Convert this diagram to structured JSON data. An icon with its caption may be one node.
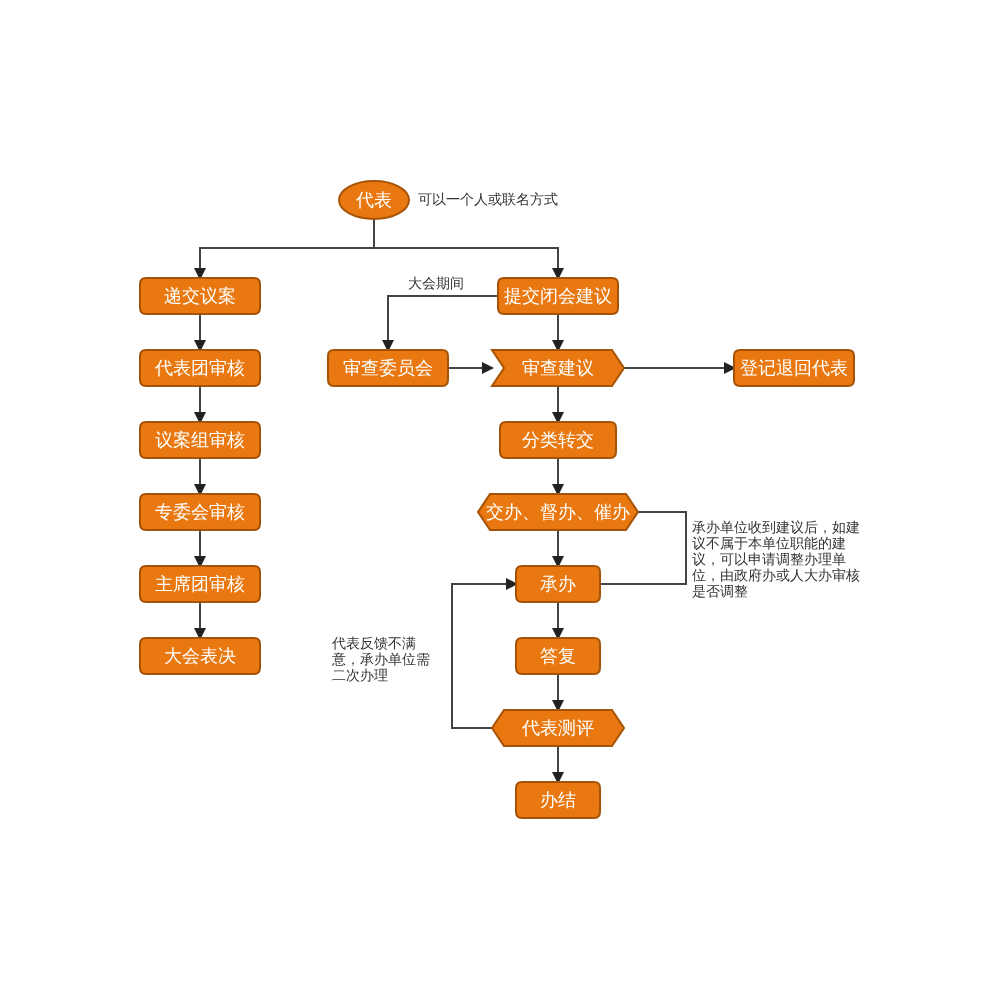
{
  "diagram": {
    "nodes": [
      {
        "text": [
          "代表"
        ],
        "beside": [
          "可以一个人或联名方式"
        ]
      },
      {
        "text": [
          "递交议案"
        ]
      },
      {
        "text": [
          "代表团审核"
        ]
      },
      {
        "text": [
          "议案组审核"
        ]
      },
      {
        "text": [
          "专委会审核"
        ]
      },
      {
        "text": [
          "主席团审核"
        ]
      },
      {
        "text": [
          "大会表决"
        ]
      },
      {
        "text": [
          "提交闭会建议"
        ]
      },
      {
        "text": [
          "审查委员会"
        ]
      },
      {
        "text": [
          "审查建议"
        ]
      },
      {
        "text": [
          "登记退回代表"
        ]
      },
      {
        "text": [
          "分类转交"
        ]
      },
      {
        "text": [
          "交办、督办、催办"
        ]
      },
      {
        "text": [
          "承办"
        ]
      },
      {
        "text": [
          "答复"
        ]
      },
      {
        "text": [
          "代表测评"
        ]
      },
      {
        "text": [
          "办结"
        ]
      }
    ],
    "edges": [
      {
        "from": 0,
        "to": 1,
        "arrow": "to"
      },
      {
        "from": 0,
        "to": 7,
        "arrow": "to"
      },
      {
        "from": 1,
        "to": 2,
        "arrow": "to"
      },
      {
        "from": 2,
        "to": 3,
        "arrow": "to"
      },
      {
        "from": 3,
        "to": 4,
        "arrow": "to"
      },
      {
        "from": 4,
        "to": 5,
        "arrow": "to"
      },
      {
        "from": 5,
        "to": 6,
        "arrow": "to"
      },
      {
        "from": 7,
        "to": 8,
        "arrow": "to",
        "label": "大会期间"
      },
      {
        "from": 7,
        "to": 9,
        "arrow": "to"
      },
      {
        "from": 8,
        "to": 9,
        "arrow": "to"
      },
      {
        "from": 9,
        "to": 10,
        "arrow": "to"
      },
      {
        "from": 9,
        "to": 11,
        "arrow": "to"
      },
      {
        "from": 11,
        "to": 12,
        "arrow": "to"
      },
      {
        "from": 12,
        "to": 13,
        "arrow": "to"
      },
      {
        "from": 12,
        "to": 13,
        "arrow": "none",
        "label": "承办单位收到建议后，如建议不属于本单位职能的建议，可以申请调整办理单位，由政府办或人大办审核是否调整"
      },
      {
        "from": 13,
        "to": 14,
        "arrow": "to"
      },
      {
        "from": 14,
        "to": 15,
        "arrow": "to"
      },
      {
        "from": 15,
        "to": 13,
        "arrow": "to",
        "label": "代表反馈不满意，承办单位需二次办理"
      },
      {
        "from": 15,
        "to": 16,
        "arrow": "to"
      }
    ]
  }
}
